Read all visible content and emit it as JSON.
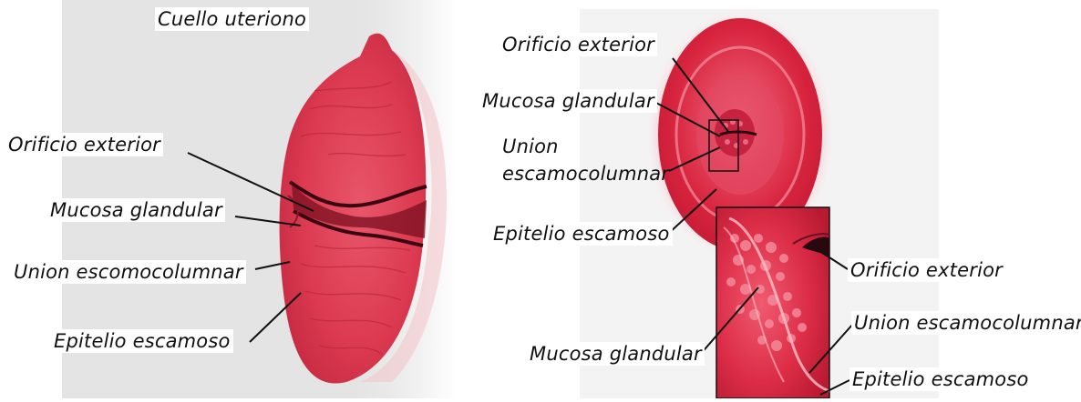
{
  "left_figure": {
    "title": "Cuello uteriono",
    "labels": {
      "external_os": "Orificio exterior",
      "glandular_mucosa": "Mucosa glandular",
      "squamocolumnar_junction": "Union escomocolumnar",
      "squamous_epithelium": "Epitelio escamoso"
    }
  },
  "right_figure": {
    "labels": {
      "external_os": "Orificio exterior",
      "glandular_mucosa": "Mucosa glandular",
      "squamocolumnar_junction": "Union\nescamocolumnar",
      "squamous_epithelium": "Epitelio escamoso"
    },
    "inset_labels": {
      "external_os": "Orificio exterior",
      "squamocolumnar_junction": "Union escamocolumnar",
      "squamous_epithelium": "Epitelio escamoso",
      "glandular_mucosa": "Mucosa glandular"
    }
  },
  "colors": {
    "tissue": "#e0384e",
    "tissue_dark": "#b0182e",
    "background_panel": "#e6e6e6"
  }
}
